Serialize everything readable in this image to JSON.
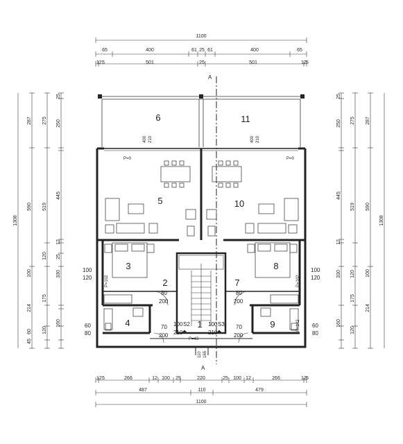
{
  "top_dims": {
    "total": "1100",
    "row2": [
      "65",
      "400",
      "61",
      "25",
      "61",
      "400",
      "65"
    ],
    "row3": [
      "12",
      "5",
      "501",
      "25",
      "501",
      "12",
      "5"
    ]
  },
  "bottom_dims": {
    "row1": [
      "12",
      "5",
      "266",
      "12",
      "100",
      "25",
      "220",
      "25",
      "100",
      "12",
      "266",
      "12",
      "5"
    ],
    "row2": [
      "487",
      "110",
      "479"
    ],
    "total": "1100"
  },
  "side_dims": {
    "outer": [
      "287",
      "590",
      "1308"
    ],
    "mid": [
      "275",
      "12",
      "519",
      "100",
      "214",
      "60",
      "45",
      "12",
      "5"
    ],
    "inner": [
      "25",
      "250",
      "12",
      "5",
      "445",
      "12",
      "25",
      "120",
      "330",
      "12",
      "175",
      "12",
      "120",
      "160",
      "12",
      "5"
    ]
  },
  "rooms": [
    "1",
    "2",
    "3",
    "4",
    "5",
    "6",
    "7",
    "8",
    "9",
    "10",
    "11"
  ],
  "section": "A",
  "openings": {
    "terrace": [
      "400",
      "210"
    ],
    "win3": [
      "100",
      "120"
    ],
    "win4": [
      "60",
      "80"
    ],
    "door2": [
      "80",
      "200"
    ],
    "door4": [
      "70",
      "200"
    ],
    "entry": [
      "100",
      "210"
    ],
    "entry_w": [
      "110",
      "165"
    ],
    "sill_p0": "P=0",
    "sill_p102": "P=102",
    "sill_p142": "P=142",
    "sill_p43": "P=43",
    "stair_s2": "S2",
    "stair_s3": "S3"
  }
}
